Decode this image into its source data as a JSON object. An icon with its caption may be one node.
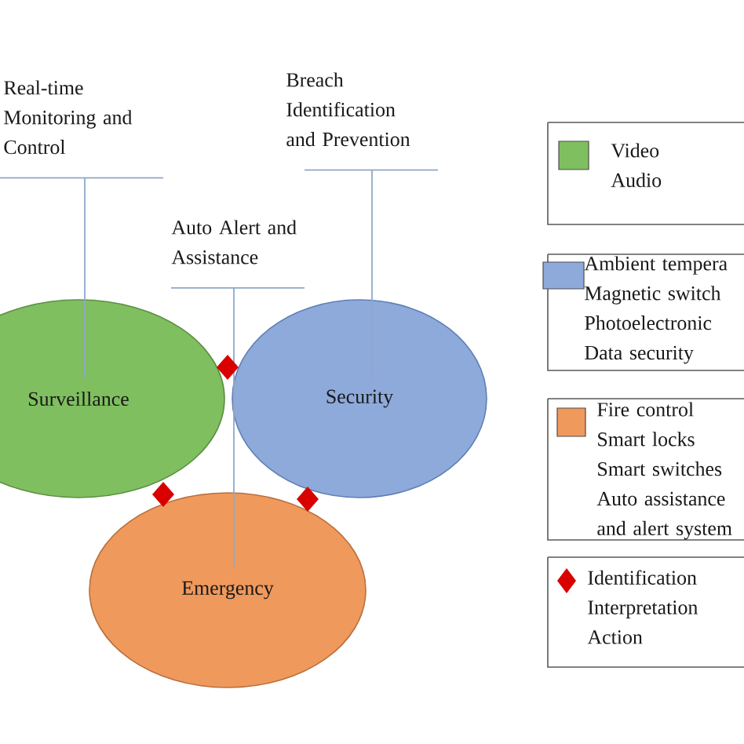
{
  "diagram": {
    "nodes": [
      {
        "text": [
          "Surveillance"
        ]
      },
      {
        "text": [
          "Security"
        ]
      },
      {
        "text": [
          "Emergency"
        ]
      },
      {
        "text": [
          "Real-time Monitoring and Control"
        ]
      },
      {
        "text": [
          "Breach Identification and Prevention"
        ]
      },
      {
        "text": [
          "Auto Alert and Assistance"
        ]
      }
    ],
    "edges": [
      {
        "from": 3,
        "to": 0,
        "arrow": "none"
      },
      {
        "from": 4,
        "to": 1,
        "arrow": "none"
      },
      {
        "from": 5,
        "to": 2,
        "arrow": "none"
      }
    ],
    "legend": [
      {
        "text": "Video Audio",
        "color": "#7fbf5f"
      },
      {
        "text": "Ambient tempera Magnetic switch Photoelectronic Data security",
        "color": "#8eaadb"
      },
      {
        "text": "Fire control Smart locks Smart switches Auto assistance and alert system",
        "color": "#f0995c"
      },
      {
        "text": "Identification Interpretation Action"
      }
    ]
  }
}
